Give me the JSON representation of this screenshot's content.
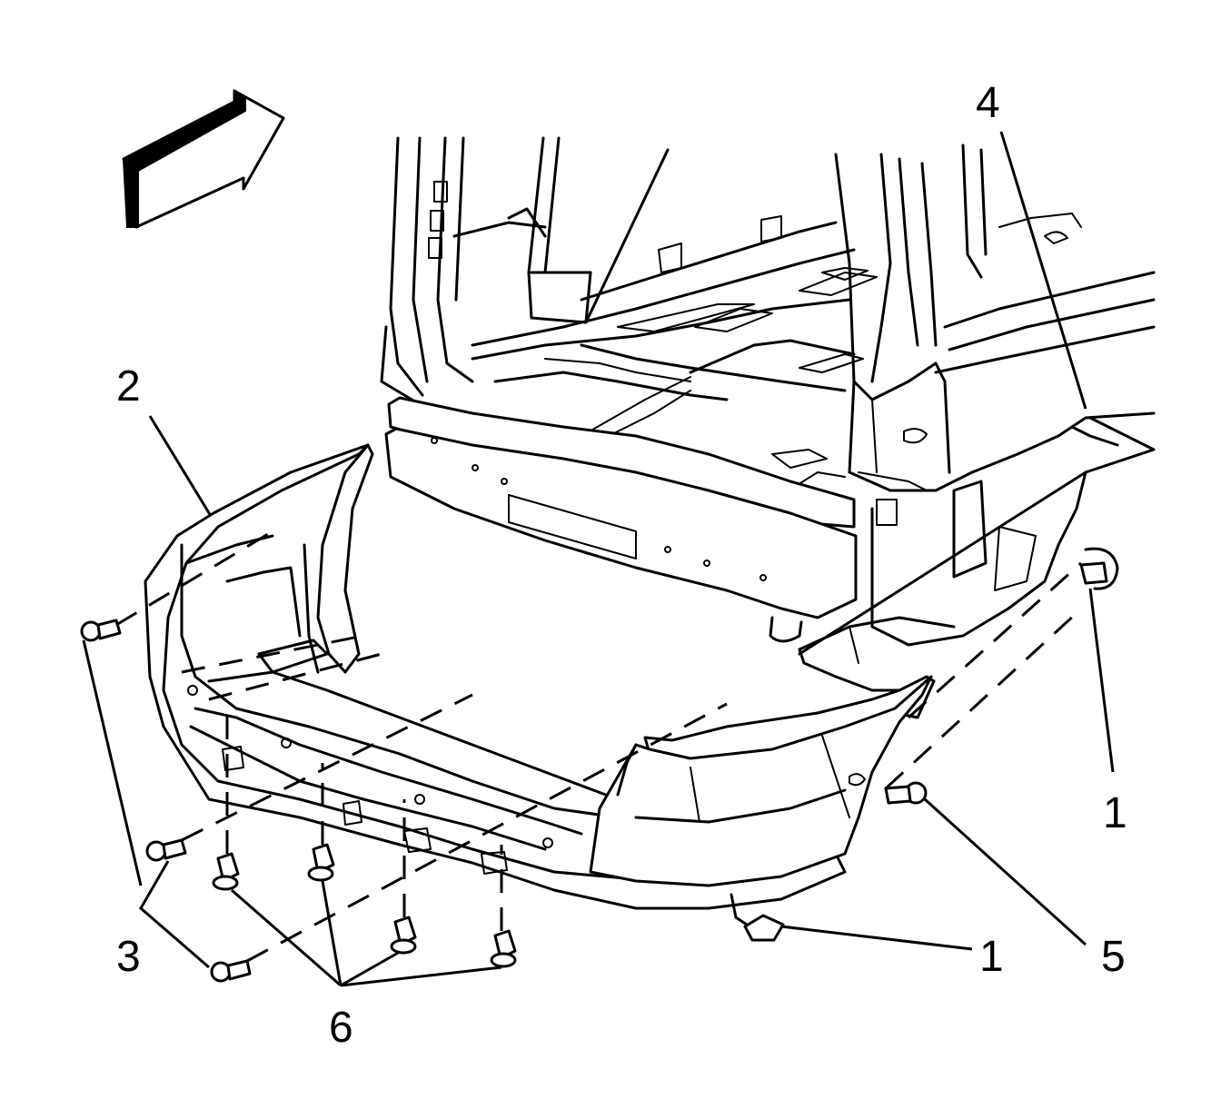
{
  "diagram": {
    "callouts": [
      {
        "id": "c1a",
        "label": "1"
      },
      {
        "id": "c1b",
        "label": "1"
      },
      {
        "id": "c2",
        "label": "2"
      },
      {
        "id": "c3",
        "label": "3"
      },
      {
        "id": "c4",
        "label": "4"
      },
      {
        "id": "c5",
        "label": "5"
      },
      {
        "id": "c6",
        "label": "6"
      }
    ],
    "parts": [
      "forward-direction-arrow",
      "vehicle-rear-body-structure",
      "bumper-impact-bar",
      "rear-bumper-fascia",
      "fascia-push-pin-retainers",
      "fascia-side-bolts",
      "fascia-lower-bolts",
      "wheelhouse-liner-fastener"
    ]
  }
}
